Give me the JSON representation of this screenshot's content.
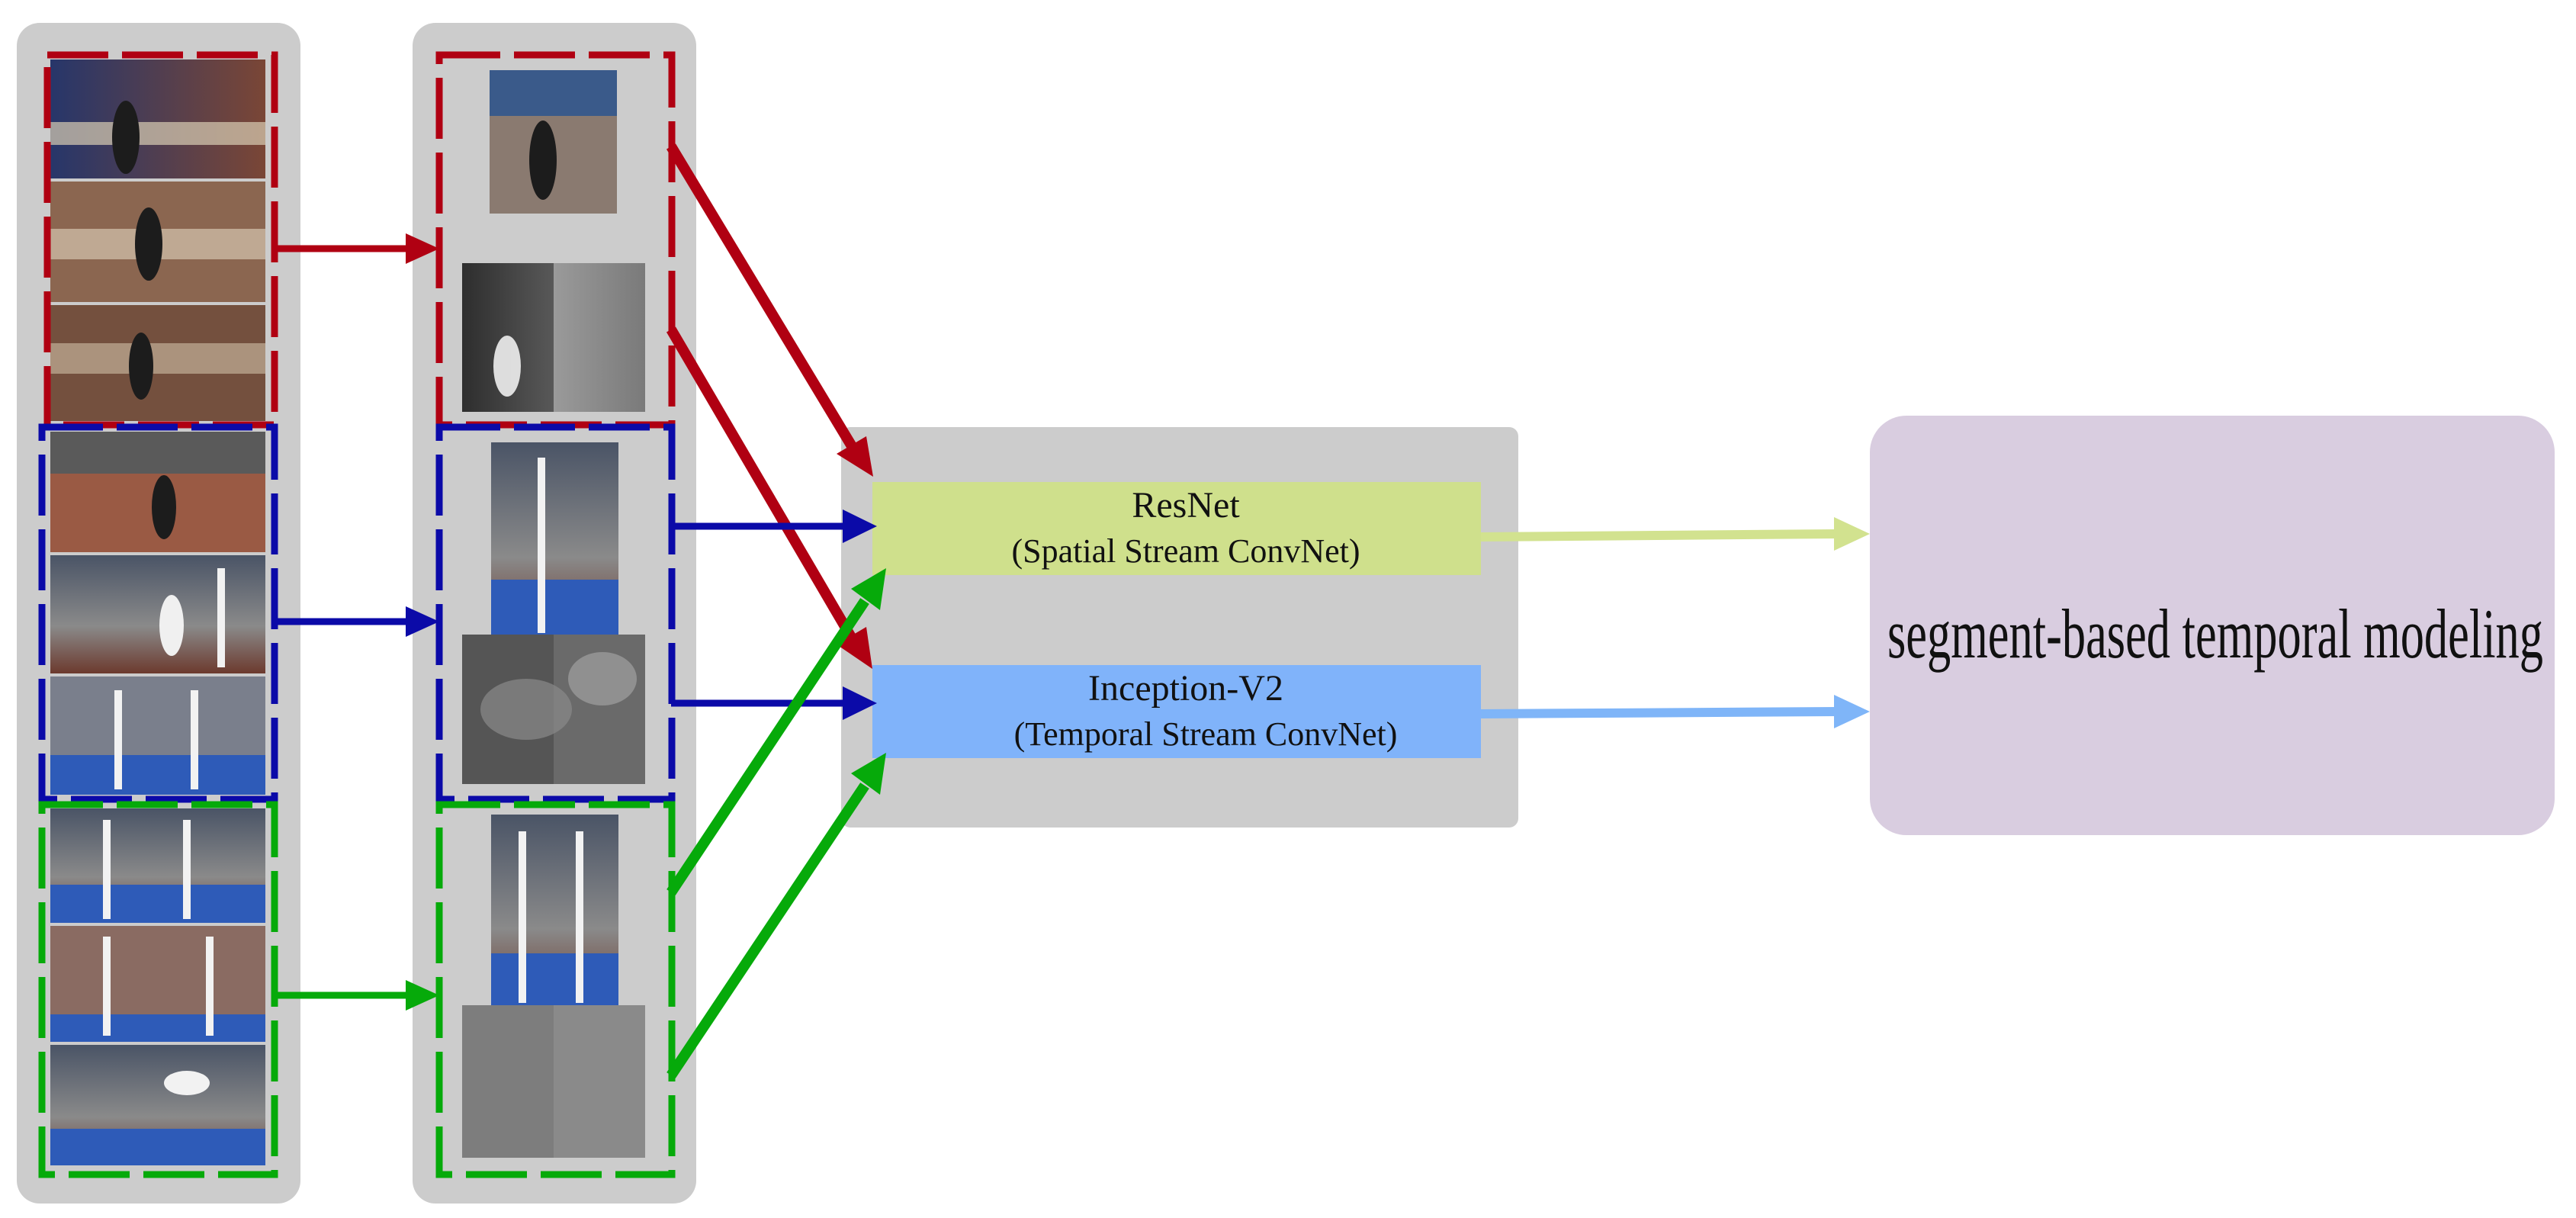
{
  "colors": {
    "panel_gray": "#cccccc",
    "segment_1": "#b00012",
    "segment_2": "#0b0aa8",
    "segment_3": "#06aa0a",
    "spatial_box": "#cfe08c",
    "temporal_box": "#80b3fa",
    "modeling_box": "#d9cde0",
    "spatial_arrow": "#d2e28f",
    "temporal_arrow": "#7fb5f8"
  },
  "segments": [
    {
      "id": "seg1",
      "color_key": "segment_1"
    },
    {
      "id": "seg2",
      "color_key": "segment_2"
    },
    {
      "id": "seg3",
      "color_key": "segment_3"
    }
  ],
  "networks": {
    "spatial": {
      "name": "ResNet",
      "role": "(Spatial Stream ConvNet)"
    },
    "temporal": {
      "name": "Inception-V2",
      "role": "(Temporal Stream ConvNet)"
    }
  },
  "modeling": {
    "label": "segment-based temporal modeling"
  }
}
